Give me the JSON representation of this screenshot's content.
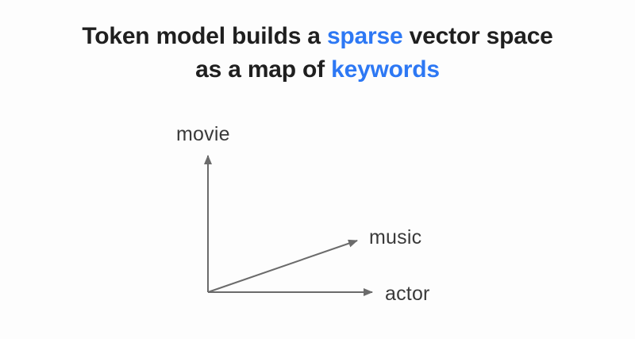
{
  "title": {
    "line1": {
      "part1": "Token model builds a ",
      "highlight": "sparse",
      "part2": " vector space"
    },
    "line2": {
      "part1": "as a map of ",
      "highlight": "keywords"
    }
  },
  "diagram": {
    "description": "sparse vector space sketch with three keyword axes from a common origin",
    "labels": {
      "y_axis": "movie",
      "diagonal_vector": "music",
      "x_axis": "actor"
    }
  },
  "colors": {
    "highlight_blue": "#2d78f4",
    "title_text": "#1f1f1f",
    "axis_gray": "#6b6b6b",
    "label_text": "#3a3a3a",
    "background": "#fdfdfd"
  }
}
